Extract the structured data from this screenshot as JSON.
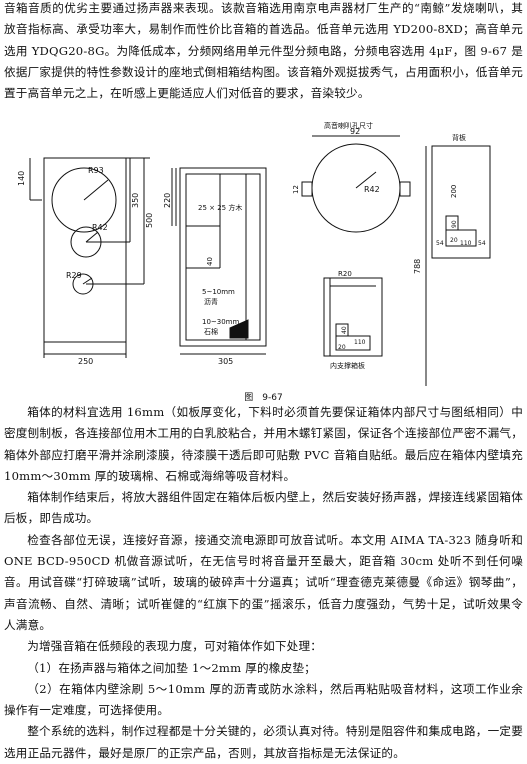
{
  "intro": [
    "音箱音质的优劣主要通过扬声器来表现。该款音箱选用南京电声器材厂生产的“南鲸”发烧喇叭，其放音指标高、承受功率大，易制作而性价比音箱的首选品。低音单元选用 YD200-8XD；高音单元选用 YDQG20-8G。为降低成本，分频网络用单元件型分频电路，分频电容选用 4μF，图 9-67 是依据厂家提供的特性参数设计的座地式倒相箱结构图。该音箱外观挺拔秀气，占用面积小，低音单元置于高音单元之上，在听感上更能适应人们对低音的要求，音染较少。"
  ],
  "figure": {
    "caption": "图　9-67",
    "front": {
      "label_r93": "R93",
      "label_r42": "R42",
      "label_r29": "R29",
      "dim_140": "140",
      "dim_350": "350",
      "dim_500": "500",
      "dim_250": "250"
    },
    "side": {
      "dim_220": "220",
      "dim_305": "305",
      "dim_40": "40",
      "wood_label": "25 × 25 方木",
      "asphalt_label": "5~10mm",
      "asphalt_label2": "沥青",
      "fiber_label": "10~30mm",
      "fiber_label2": "石棉"
    },
    "tweeter": {
      "title": "高音喇叭孔尺寸",
      "dim_92": "92",
      "dim_12": "12",
      "label_r42": "R42"
    },
    "back": {
      "title": "背板",
      "dim_200": "200",
      "dim_90": "90",
      "dim_20": "20",
      "dim_54a": "54",
      "dim_110": "110",
      "dim_54b": "54",
      "dim_788": "788"
    },
    "port": {
      "label_r20": "R20",
      "dim_40": "40",
      "dim_110": "110",
      "dim_20": "20",
      "caption": "内支撑箱板"
    }
  },
  "body": [
    {
      "cls": "indent",
      "text": "箱体的材料宜选用 16mm（如板厚变化，下料时必须首先要保证箱体内部尺寸与图纸相同）中密度刨制板，各连接部位用木工用的白乳胶粘合，并用木螺钉紧固，保证各个连接部位严密不漏气，箱体外部应打磨平滑并涂刷漆膜，待漆膜干透后即可贴敷 PVC 音箱自贴纸。最后应在箱体内壁填充 10mm～30mm 厚的玻璃棉、石棉或海绵等吸音材料。"
    },
    {
      "cls": "indent",
      "text": "箱体制作结束后，将放大器组件固定在箱体后板内壁上，然后安装好扬声器，焊接连线紧固箱体后板，即告成功。"
    },
    {
      "cls": "indent",
      "text": "检查各部位无误，连接好音源，接通交流电源即可放音试听。本文用 AIMA TA-323 随身听和 ONE BCD-950CD 机做音源试听，在无信号时将音量开至最大，距音箱 30cm 处听不到任何噪音。用试音碟“打碎玻璃”试听，玻璃的破碎声十分逼真；试听“理查德克莱德曼《命运》钢琴曲”，声音流畅、自然、清晰；试听崔健的“红旗下的蛋”摇滚乐，低音力度强劲，气势十足，试听效果令人满意。"
    },
    {
      "cls": "indent",
      "text": "为增强音箱在低频段的表现力度，可对箱体作如下处理："
    },
    {
      "cls": "indent",
      "text": "（1）在扬声器与箱体之间加垫 1～2mm 厚的橡皮垫；"
    },
    {
      "cls": "indent",
      "text": "（2）在箱体内壁涂刷 5～10mm 厚的沥青或防水涂料，然后再粘贴吸音材料，这项工作业余操作有一定难度，可选择使用。"
    },
    {
      "cls": "indent",
      "text": "整个系统的选料，制作过程都是十分关键的，必须认真对待。特别是阻容件和集成电路，一定要选用正品元器件，最好是原厂的正宗产品，否则，其放音指标是无法保证的。"
    }
  ]
}
